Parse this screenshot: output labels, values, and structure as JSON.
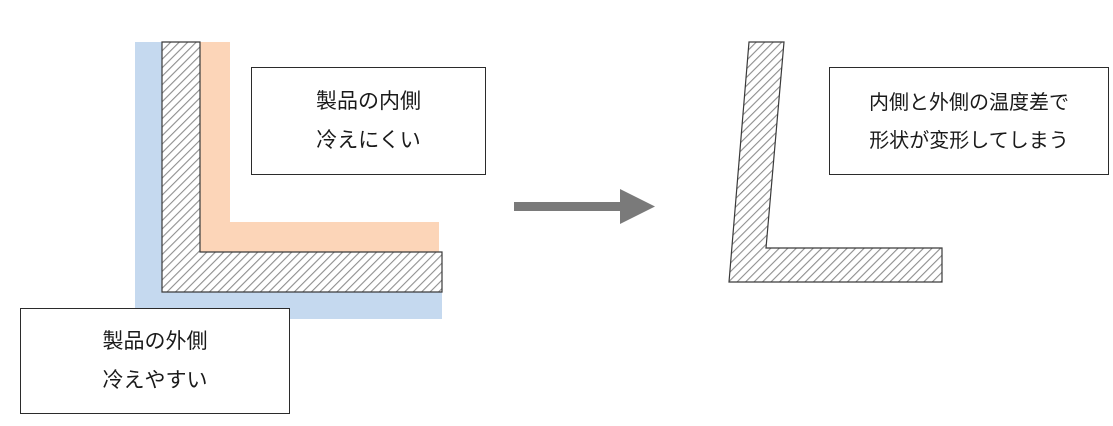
{
  "colors": {
    "outer_surface": "#c5d9ef",
    "inner_surface": "#fcd5b8",
    "hatch_line": "#8e8e8e",
    "outline": "#3a3a3a",
    "arrow": "#7a7a7a"
  },
  "labels": {
    "inner": {
      "line1": "製品の内側",
      "line2": "冷えにくい"
    },
    "outer": {
      "line1": "製品の外側",
      "line2": "冷えやすい"
    },
    "result": {
      "line1": "内側と外側の温度差で",
      "line2": "形状が変形してしまう"
    }
  }
}
